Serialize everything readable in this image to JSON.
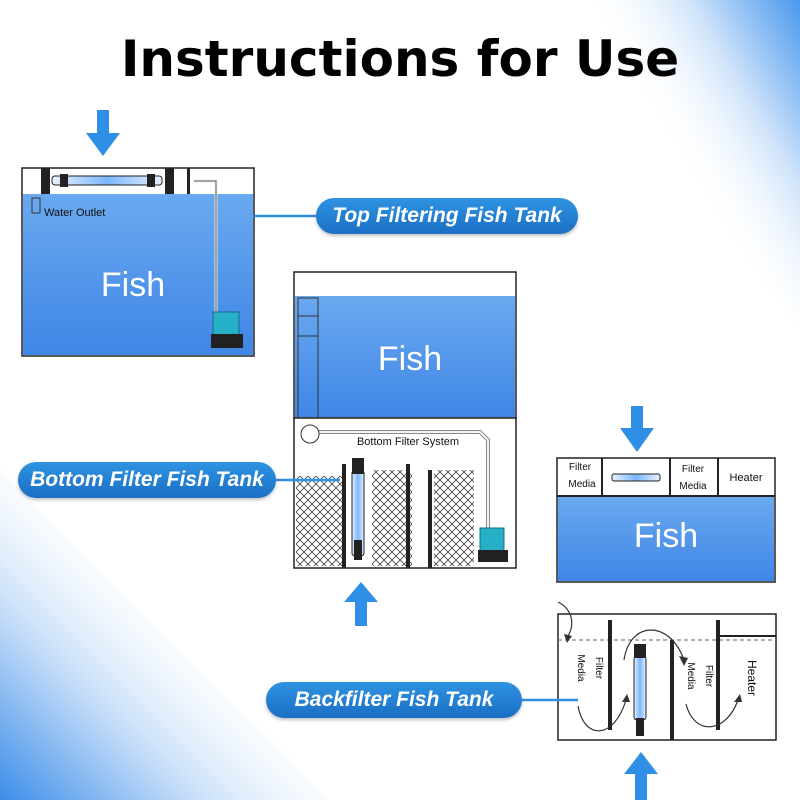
{
  "title": "Instructions for Use",
  "labels": {
    "top": "Top Filtering Fish Tank",
    "bottom": "Bottom Filter Fish Tank",
    "back": "Backfilter Fish Tank"
  },
  "top_tank": {
    "outlet": "Water Outlet",
    "fish": "Fish"
  },
  "bottom_tank": {
    "fish": "Fish",
    "system": "Bottom Filter System"
  },
  "back_tank": {
    "fish": "Fish",
    "filter_media_1_line1": "Filter",
    "filter_media_1_line2": "Media",
    "filter_media_2_line1": "Filter",
    "filter_media_2_line2": "Media",
    "heater": "Heater",
    "filter_media_3_line1": "Filter",
    "filter_media_3_line2": "Media",
    "filter_media_4_line1": "Filter",
    "filter_media_4_line2": "Media",
    "heater_lower": "Heater"
  },
  "colors": {
    "accent": "#2f93e2",
    "water": "#4f95ea",
    "arrow": "#2f8fe6"
  }
}
